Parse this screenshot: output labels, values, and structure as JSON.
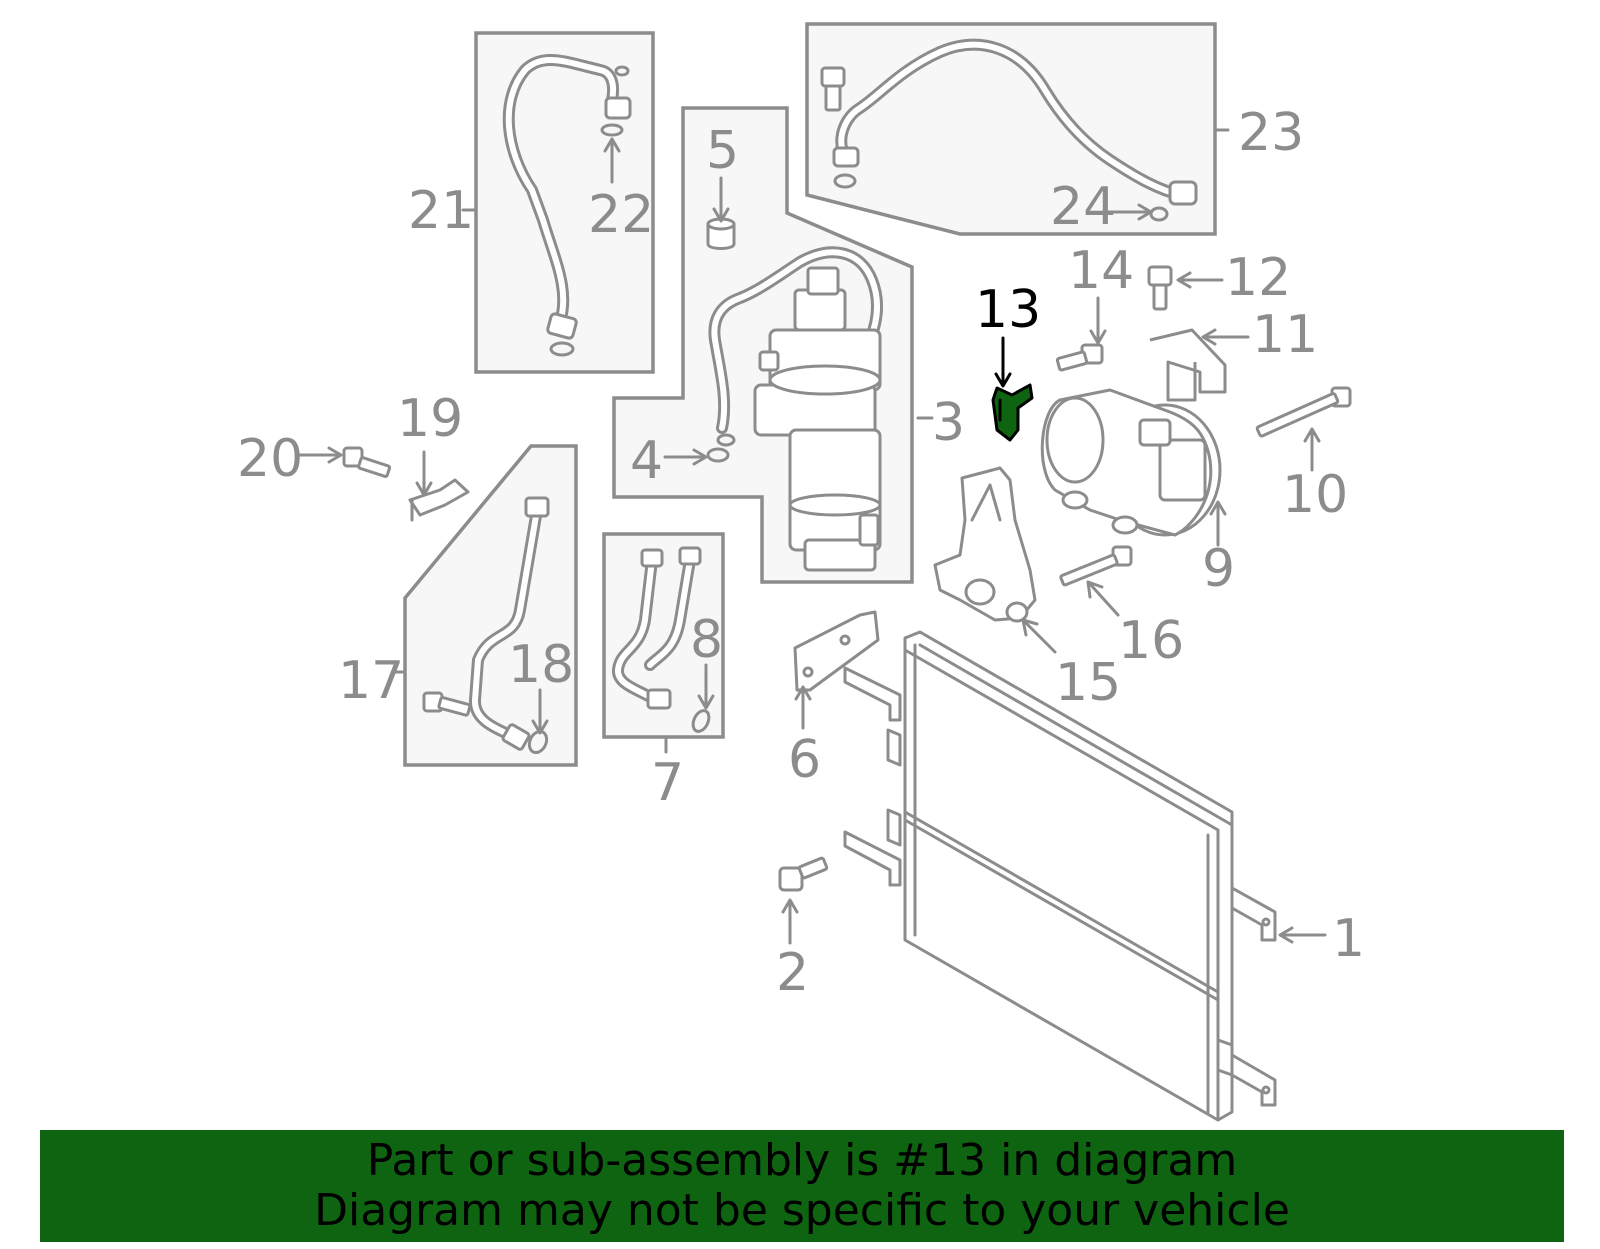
{
  "callouts": {
    "c1": "1",
    "c2": "2",
    "c3": "3",
    "c4": "4",
    "c5": "5",
    "c6": "6",
    "c7": "7",
    "c8": "8",
    "c9": "9",
    "c10": "10",
    "c11": "11",
    "c12": "12",
    "c13": "13",
    "c14": "14",
    "c15": "15",
    "c16": "16",
    "c17": "17",
    "c18": "18",
    "c19": "19",
    "c20": "20",
    "c21": "21",
    "c22": "22",
    "c23": "23",
    "c24": "24"
  },
  "highlight": {
    "callout": "13",
    "color": "#0e6410",
    "label_color": "#000000"
  },
  "colors": {
    "line_art": "#8c8c8c",
    "box_fill": "#f7f7f7",
    "banner_bg": "#0e6410",
    "banner_text": "#000000"
  },
  "banner": {
    "line1": "Part or sub-assembly is #13 in diagram",
    "line2": "Diagram may not be specific to your vehicle"
  }
}
